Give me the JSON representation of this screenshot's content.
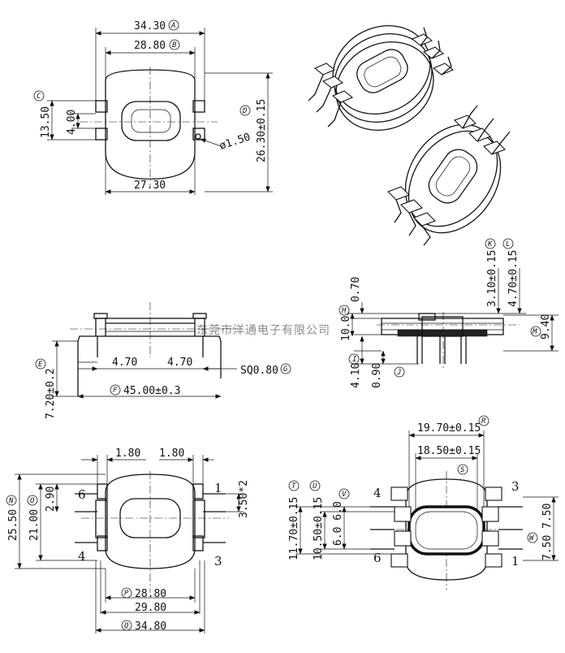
{
  "watermark": "东莞市洋通电子有限公司",
  "top_view": {
    "dim_overall": "34.30",
    "dim_overall_tag": "A",
    "dim_inner": "28.80",
    "dim_inner_tag": "B",
    "dim_core_width": "27.30",
    "dim_height_left": "13.50",
    "dim_height_left_tag": "C",
    "dim_slot": "4.00",
    "dim_hole": "ø1.50",
    "dim_height_right": "26.30±0.15",
    "dim_height_right_tag": "D"
  },
  "front_view": {
    "dim_pin_offset_l": "4.70",
    "dim_pin_offset_r": "4.70",
    "dim_pin_size": "SQ0.80",
    "dim_pin_size_tag": "G",
    "dim_span": "45.00±0.3",
    "dim_span_tag": "F",
    "dim_pin_len": "7.20±0.2",
    "dim_pin_len_tag": "E"
  },
  "side_view": {
    "dim_top": "0.70",
    "dim_k": "3.10±0.15",
    "dim_k_tag": "K",
    "dim_l": "4.70±0.15",
    "dim_l_tag": "L",
    "dim_h": "10.00",
    "dim_h_tag": "H",
    "dim_m": "9.40",
    "dim_m_tag": "M",
    "dim_i": "4.10",
    "dim_i_tag": "I",
    "dim_j": "0.90",
    "dim_j_tag": "J"
  },
  "bottom_left": {
    "dim_flange_l": "1.80",
    "dim_flange_r": "1.80",
    "dim_n": "25.50",
    "dim_n_tag": "N",
    "dim_o": "21.00",
    "dim_o_tag": "O",
    "dim_pitch": "2.90",
    "dim_pin_pitch": "3.50*2",
    "dim_p": "28.80",
    "dim_p_tag": "P",
    "dim_base": "29.80",
    "dim_q": "34.80",
    "dim_q_tag": "Q",
    "pin_6": "6",
    "pin_1": "1",
    "pin_4": "4",
    "pin_3": "3"
  },
  "bottom_right": {
    "dim_r": "19.70±0.15",
    "dim_r_tag": "R",
    "dim_s": "18.50±0.15",
    "dim_s_tag": "S",
    "dim_t": "11.70±0.15",
    "dim_t_tag": "T",
    "dim_u": "10.50±0.15",
    "dim_u_tag": "U",
    "dim_v": "6.0 6.0",
    "dim_v_tag": "V",
    "dim_w": "7.50 7.50",
    "dim_w_tag": "W",
    "pin_4": "4",
    "pin_3": "3",
    "pin_6": "6",
    "pin_1": "1"
  }
}
